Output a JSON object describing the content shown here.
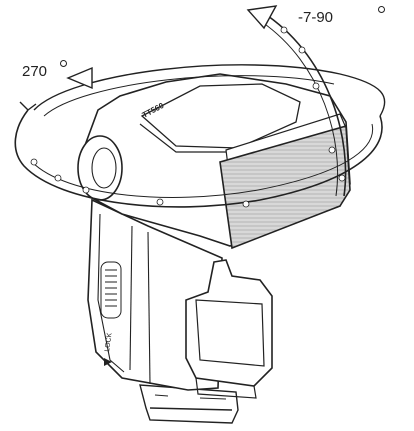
{
  "labels": {
    "tilt_range": "-7-90",
    "rotate_range": "270"
  },
  "device": {
    "side_text": "TT560",
    "panel_text": "LOCK"
  },
  "colors": {
    "line": "#222222",
    "background": "#ffffff",
    "arrow_fill": "#ffffff",
    "dots": "#ffffff"
  }
}
